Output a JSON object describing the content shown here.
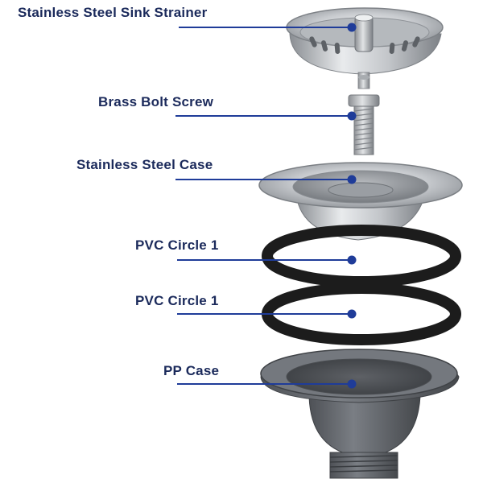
{
  "labels": {
    "strainer": "Stainless Steel Sink Strainer",
    "bolt": "Brass Bolt Screw",
    "case": "Stainless Steel Case",
    "pvc1": "PVC Circle 1",
    "pvc2": "PVC Circle 1",
    "pp": "PP Case"
  },
  "colors": {
    "label_text": "#1b2a5b",
    "leader_line": "#1f3c99",
    "marker_dot": "#1f3c99",
    "gasket": "#1c1c1c",
    "pp_case": "#6a6d72",
    "steel": "#c9ccd0"
  }
}
